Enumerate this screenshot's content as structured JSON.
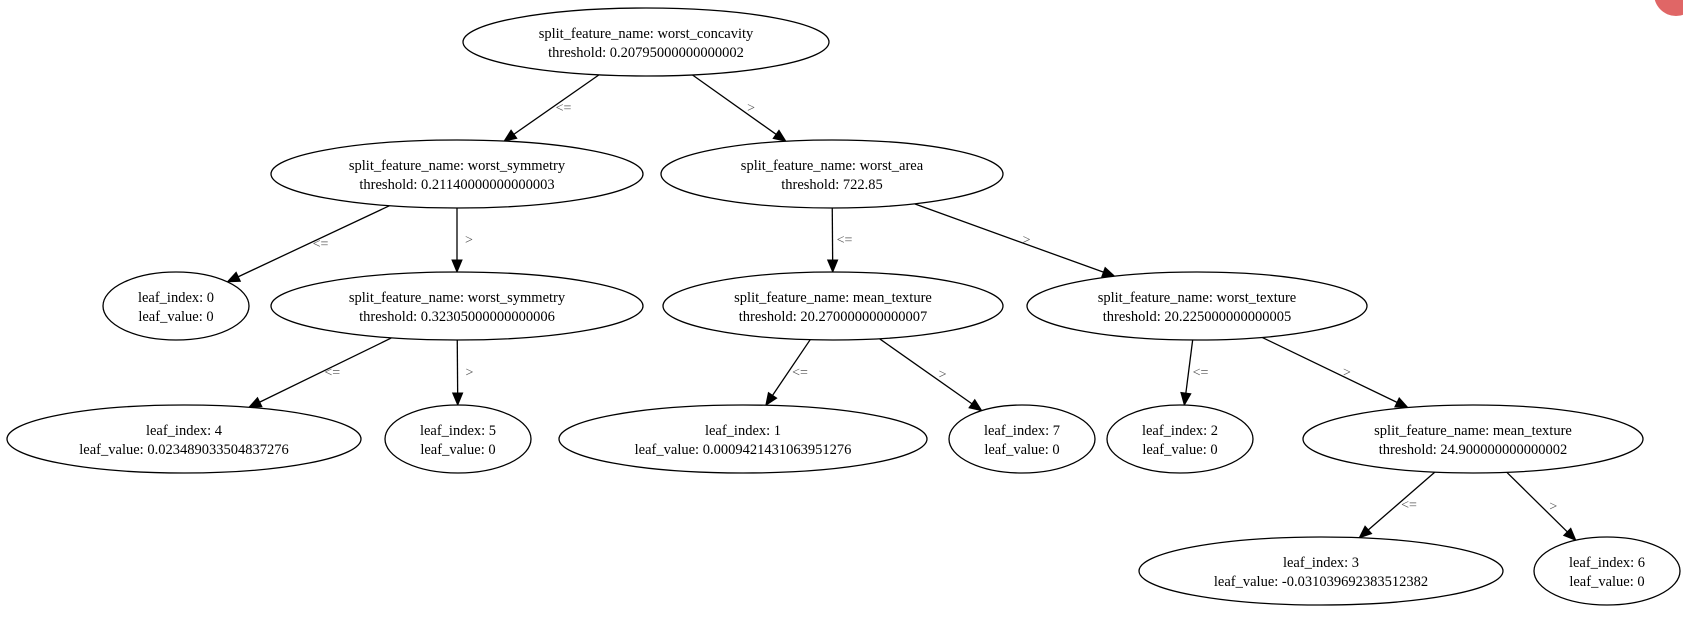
{
  "tree": {
    "nodes": [
      {
        "id": "split0",
        "lines": [
          "split_feature_name: worst_concavity",
          "threshold: 0.20795000000000002"
        ]
      },
      {
        "id": "split1",
        "lines": [
          "split_feature_name: worst_symmetry",
          "threshold: 0.21140000000000003"
        ]
      },
      {
        "id": "split2",
        "lines": [
          "split_feature_name: worst_area",
          "threshold: 722.85"
        ]
      },
      {
        "id": "leaf0",
        "lines": [
          "leaf_index: 0",
          "leaf_value: 0"
        ]
      },
      {
        "id": "split3",
        "lines": [
          "split_feature_name: worst_symmetry",
          "threshold: 0.32305000000000006"
        ]
      },
      {
        "id": "split4",
        "lines": [
          "split_feature_name: mean_texture",
          "threshold: 20.270000000000007"
        ]
      },
      {
        "id": "split5",
        "lines": [
          "split_feature_name: worst_texture",
          "threshold: 20.225000000000005"
        ]
      },
      {
        "id": "leaf4",
        "lines": [
          "leaf_index: 4",
          "leaf_value: 0.023489033504837276"
        ]
      },
      {
        "id": "leaf5",
        "lines": [
          "leaf_index: 5",
          "leaf_value: 0"
        ]
      },
      {
        "id": "leaf1",
        "lines": [
          "leaf_index: 1",
          "leaf_value: 0.0009421431063951276"
        ]
      },
      {
        "id": "leaf7",
        "lines": [
          "leaf_index: 7",
          "leaf_value: 0"
        ]
      },
      {
        "id": "leaf2",
        "lines": [
          "leaf_index: 2",
          "leaf_value: 0"
        ]
      },
      {
        "id": "split6",
        "lines": [
          "split_feature_name: mean_texture",
          "threshold: 24.900000000000002"
        ]
      },
      {
        "id": "leaf3",
        "lines": [
          "leaf_index: 3",
          "leaf_value: -0.031039692383512382"
        ]
      },
      {
        "id": "leaf6",
        "lines": [
          "leaf_index: 6",
          "leaf_value: 0"
        ]
      }
    ],
    "edges": [
      {
        "from": "split0",
        "to": "split1",
        "label": "<="
      },
      {
        "from": "split0",
        "to": "split2",
        "label": ">"
      },
      {
        "from": "split1",
        "to": "leaf0",
        "label": "<="
      },
      {
        "from": "split1",
        "to": "split3",
        "label": ">"
      },
      {
        "from": "split2",
        "to": "split4",
        "label": "<="
      },
      {
        "from": "split2",
        "to": "split5",
        "label": ">"
      },
      {
        "from": "split3",
        "to": "leaf4",
        "label": "<="
      },
      {
        "from": "split3",
        "to": "leaf5",
        "label": ">"
      },
      {
        "from": "split4",
        "to": "leaf1",
        "label": "<="
      },
      {
        "from": "split4",
        "to": "leaf7",
        "label": ">"
      },
      {
        "from": "split5",
        "to": "leaf2",
        "label": "<="
      },
      {
        "from": "split5",
        "to": "split6",
        "label": ">"
      },
      {
        "from": "split6",
        "to": "leaf3",
        "label": "<="
      },
      {
        "from": "split6",
        "to": "leaf6",
        "label": ">"
      }
    ]
  }
}
